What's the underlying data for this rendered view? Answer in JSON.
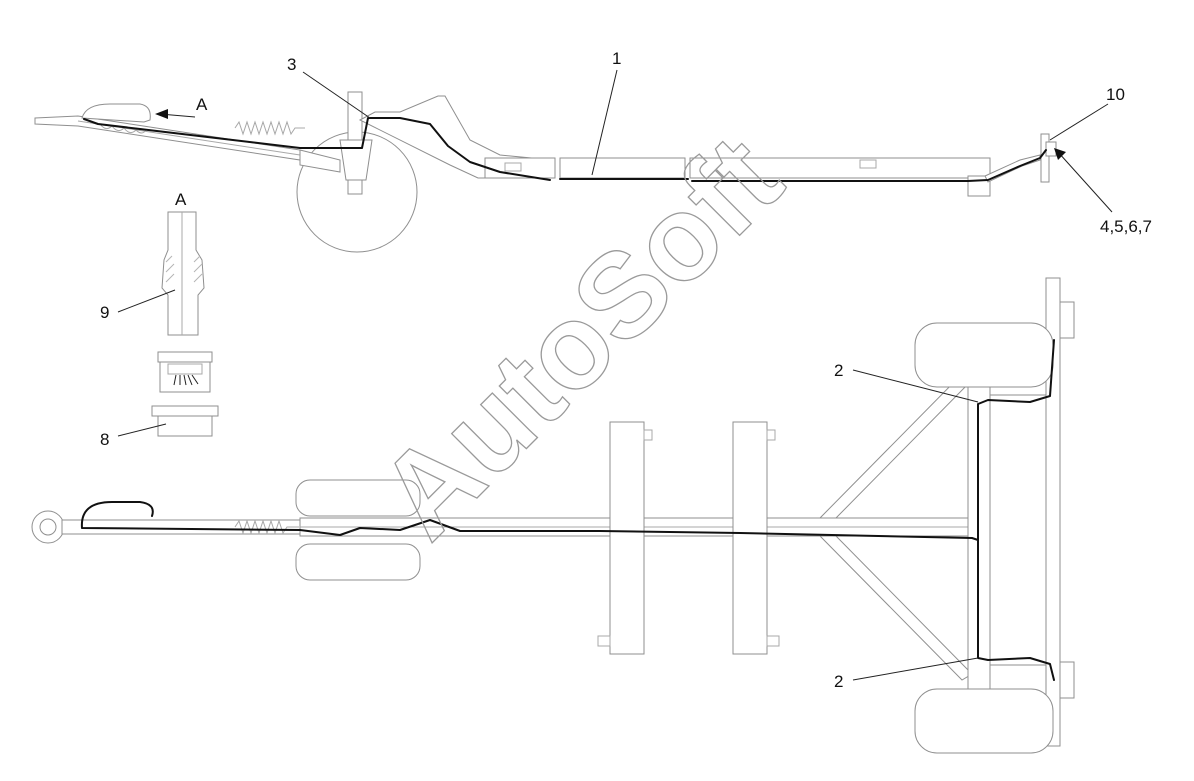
{
  "callouts": {
    "c1": "1",
    "c2_top": "2",
    "c2_bottom": "2",
    "c3": "3",
    "c4567": "4,5,6,7",
    "c8": "8",
    "c9": "9",
    "c10": "10",
    "view_a_arrow": "A",
    "view_a_title": "A"
  },
  "watermark": "AutoSoft",
  "colors": {
    "wire": "#111111",
    "part_outline": "#8f8f8f",
    "background": "#ffffff"
  }
}
